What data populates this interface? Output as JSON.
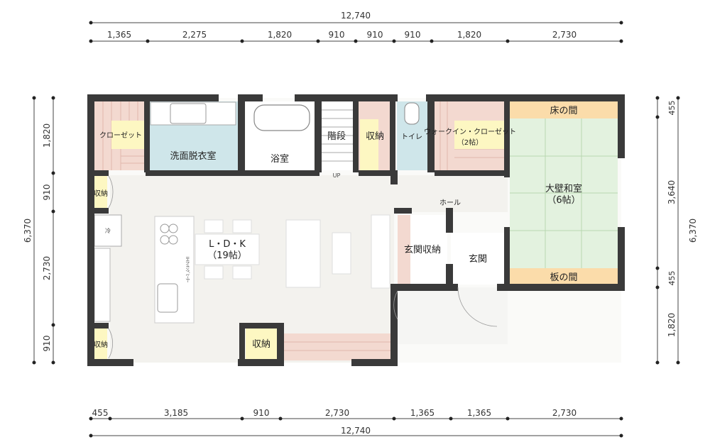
{
  "dimensions": {
    "top_total": "12,740",
    "top_segments": [
      "1,365",
      "2,275",
      "1,820",
      "910",
      "910",
      "910",
      "1,820",
      "2,730"
    ],
    "bottom_total": "12,740",
    "bottom_segments": [
      "455",
      "3,185",
      "910",
      "2,730",
      "1,365",
      "1,365",
      "2,730"
    ],
    "left_total": "6,370",
    "left_segments": [
      "1,820",
      "910",
      "2,730",
      "910"
    ],
    "right_total": "6,370",
    "right_segments": [
      "455",
      "3,640",
      "455",
      "1,820"
    ]
  },
  "rooms": {
    "closet": "クローゼット",
    "washroom": "洗面脱衣室",
    "bath": "浴室",
    "stairs": "階段",
    "storage_top": "収納",
    "toilet": "トイレ",
    "walkin_line1": "ウォークイン・クローゼット",
    "walkin_line2": "（2帖）",
    "tokonoma": "床の間",
    "washitsu_line1": "大壁和室",
    "washitsu_line2": "（6帖）",
    "itanoma": "板の間",
    "hall": "ホール",
    "storage_left_upper": "収納",
    "storage_left_lower": "収納",
    "storage_bottom": "収納",
    "ldk_line1": "L・D・K",
    "ldk_line2": "（19帖）",
    "genkan_storage": "玄関収納",
    "genkan": "玄関",
    "fridge": "冷",
    "ih": "IHｸｯｷﾝｸﾞﾋｰﾀｰ",
    "up": "UP"
  },
  "colors": {
    "wall": "#3a3a3a",
    "floor": "#f3f2ee",
    "water": "#cfe6ea",
    "storage": "#fdf7c2",
    "tatami": "#e3f2df",
    "toko": "#fbdcaa",
    "wood": "#f3d9d0"
  }
}
